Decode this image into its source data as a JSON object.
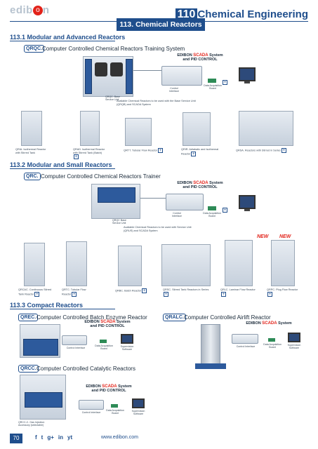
{
  "header": {
    "logo_text": "edib",
    "logo_o": "o",
    "logo_n": "n",
    "chapter_tab": "113. Chemical Reactors",
    "page_number": "110",
    "page_section": "Chemical Engineering"
  },
  "section1": {
    "title": "113.1 Modular and Advanced Reactors",
    "code": "QRQC.",
    "subtitle": "Computer Controlled Chemical Reactors Training System",
    "scada": "EDIBON",
    "scada_brand": "SCADA",
    "scada_rest": "System",
    "scada_line2": "and PID CONTROL",
    "daq_label": "Data Acquisition Board",
    "control_label": "Control Interface",
    "base_label": "QRQC. Base Service Unit",
    "note": "Available Chemical Reactors to be used with the Base Service Unit (QRQB) and SCADA System",
    "reactors": [
      "QRIA. Isothermal Reactor with Stirred Tank",
      "QRAD. Isothermal Reactor with Stirred Tank (Batch)",
      "QRTT. Tubular Flow Reactor",
      "QRIR. Adiabatic and Isothermal Reactor",
      "QRSA. Reactors with Stirred in Series"
    ]
  },
  "section2": {
    "title": "113.2 Modular and Small Reactors",
    "code": "QRC.",
    "subtitle": "Computer Controlled Chemical Reactors Trainer",
    "scada": "EDIBON",
    "scada_brand": "SCADA",
    "scada_rest": "System",
    "scada_line2": "and PID CONTROL",
    "daq_label": "Data Acquisition Board",
    "control_label": "Control Interface",
    "base_label": "QRQC Base Service Unit",
    "note": "Available Chemical Reactors to be used with Service Unit (QRUS) and SCADA System",
    "new_1": "NEW",
    "new_2": "NEW",
    "reactors": [
      "QRCAC. Continuous Stirred Tank Reactor",
      "QRTC. Tubular Flow Reactor",
      "QRBC. Batch Reactor",
      "QRSC. Stirred Tank Reactors in Series",
      "QRLC. Laminar Flow Reactor",
      "QRPC. Plug Flow Reactor"
    ]
  },
  "section3": {
    "title": "113.3 Compact Reactors",
    "qrec": {
      "code": "QREC.",
      "subtitle": "Computer Controlled Batch Enzyme Reactor",
      "scada": "EDIBON",
      "scada_brand": "SCADA",
      "scada_rest": "System",
      "scada_line2": "and PID CONTROL",
      "control_label": "Control Interface",
      "daq_label": "Data Acquisition Board",
      "software_label": "Supervision Software"
    },
    "qralc": {
      "code": "QRALC.",
      "subtitle": "Computer Controlled Airlift Reactor",
      "scada": "EDIBON",
      "scada_brand": "SCADA",
      "scada_rest": "System",
      "control_label": "Control Interface",
      "daq_label": "Data Acquisition Board",
      "software_label": "Supervision Software"
    },
    "qrcc": {
      "code": "QRCC.",
      "subtitle": "Computer Controlled Catalytic Reactors",
      "scada": "EDIBON",
      "scada_brand": "SCADA",
      "scada_rest": "System",
      "scada_line2": "and PID CONTROL",
      "control_label": "Control Interface",
      "daq_label": "Data Acquisition Board",
      "software_label": "Supervision Software",
      "extra_label": "QRCC-C. Gas Injection Accessory (selectable)"
    }
  },
  "footer": {
    "page_number": "70",
    "url": "www.edibon.com",
    "social": [
      "f",
      "t",
      "g+",
      "in",
      "yt"
    ]
  },
  "colors": {
    "brand_blue": "#1f4e8c",
    "brand_red": "#e2231a"
  }
}
